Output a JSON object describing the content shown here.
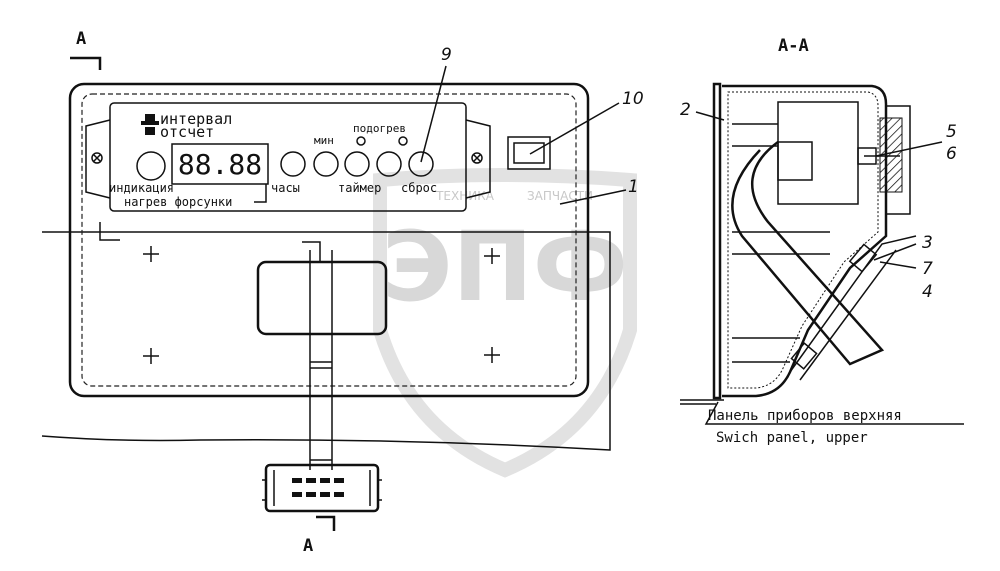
{
  "section_marks": {
    "left_top": "А",
    "left_bottom": "А",
    "right_title": "А-А"
  },
  "panel": {
    "row1_line1": "интервал",
    "row1_line2": "отсчет",
    "display": "88.88",
    "label_indication": "индикация",
    "label_heating": "нагрев форсунки",
    "label_hours": "часы",
    "label_min": "мин",
    "label_timer": "таймер",
    "label_preheat": "подогрев",
    "label_reset": "сброс"
  },
  "callouts": [
    "1",
    "2",
    "3",
    "4",
    "5",
    "6",
    "7",
    "9",
    "10"
  ],
  "caption": {
    "line1": "Панель приборов верхняя",
    "line2": "Swich panel, upper"
  },
  "watermark": {
    "text": "ЭПФ",
    "small_left": "ТЕХНИКА",
    "small_right": "ЗАПЧАСТИ"
  }
}
